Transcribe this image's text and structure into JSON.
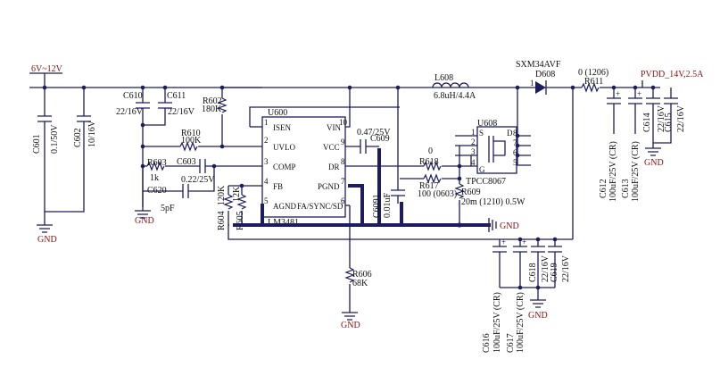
{
  "nets": {
    "input": "6V~12V",
    "output": "PVDD_14V,2.5A",
    "gnd": "GND"
  },
  "ic": {
    "ref": "U600",
    "part": "LM3481",
    "pins": [
      {
        "num": "1",
        "name": "ISEN"
      },
      {
        "num": "2",
        "name": "UVLO"
      },
      {
        "num": "3",
        "name": "COMP"
      },
      {
        "num": "4",
        "name": "FB"
      },
      {
        "num": "5",
        "name": "AGND"
      },
      {
        "num": "6",
        "name": "FA/SYNC/SD"
      },
      {
        "num": "7",
        "name": "PGND"
      },
      {
        "num": "8",
        "name": "DR"
      },
      {
        "num": "9",
        "name": "VCC"
      },
      {
        "num": "10",
        "name": "VIN"
      }
    ]
  },
  "mosfet": {
    "ref": "U608",
    "part": "TPCC8067",
    "pins": {
      "s": "S",
      "d": "D",
      "g": "G",
      "p1": "1",
      "p2": "2",
      "p3": "3",
      "p4": "4",
      "p5": "5",
      "p6": "6",
      "p7": "7",
      "p8": "8"
    }
  },
  "inductor": {
    "ref": "L608",
    "value": "6.8uH/4.4A"
  },
  "diode": {
    "ref": "D608",
    "part": "SXM34AVF",
    "pin": "1"
  },
  "components": {
    "c601": {
      "ref": "C601",
      "value": "0.1/50V"
    },
    "c602": {
      "ref": "C602",
      "value": "10/16V"
    },
    "c610": {
      "ref": "C610",
      "value": "22/16V"
    },
    "c611": {
      "ref": "C611",
      "value": "22/16V"
    },
    "r602": {
      "ref": "R602",
      "value": "180K"
    },
    "r610": {
      "ref": "R610",
      "value": "100K"
    },
    "r603": {
      "ref": "R603",
      "value": "1k"
    },
    "c603": {
      "ref": "C603",
      "value": "0.22/25V"
    },
    "c620": {
      "ref": "C620",
      "value": "5pF"
    },
    "r604": {
      "ref": "R604",
      "value": "120K"
    },
    "r605": {
      "ref": "R605",
      "value": "12K"
    },
    "c609": {
      "ref": "C609",
      "value": "0.47/25V"
    },
    "c6091": {
      "ref": "C6091",
      "value": "0.01uF"
    },
    "r618": {
      "ref": "R618",
      "value": "0"
    },
    "r617": {
      "ref": "R617",
      "value": "100 (0603)"
    },
    "r609": {
      "ref": "R609",
      "value": "20m (1210) 0.5W"
    },
    "r606": {
      "ref": "R606",
      "value": "68K"
    },
    "r611": {
      "ref": "R611",
      "value": "0 (1206)"
    },
    "c612": {
      "ref": "C612",
      "value": "100uF/25V (CR)"
    },
    "c613": {
      "ref": "C613",
      "value": "100uF/25V (CR)"
    },
    "c614": {
      "ref": "C614",
      "value": "22/16V"
    },
    "c615": {
      "ref": "C615",
      "value": "22/16V"
    },
    "c616": {
      "ref": "C616",
      "value": "100uF/25V (CR)"
    },
    "c617": {
      "ref": "C617",
      "value": "100uF/25V (CR)"
    },
    "c618": {
      "ref": "C618",
      "value": "22/16V"
    },
    "c619": {
      "ref": "C619",
      "value": "22/16V"
    }
  },
  "colors": {
    "wire": "#1c1c5e",
    "net_label": "#8a1010",
    "text": "#101010"
  }
}
